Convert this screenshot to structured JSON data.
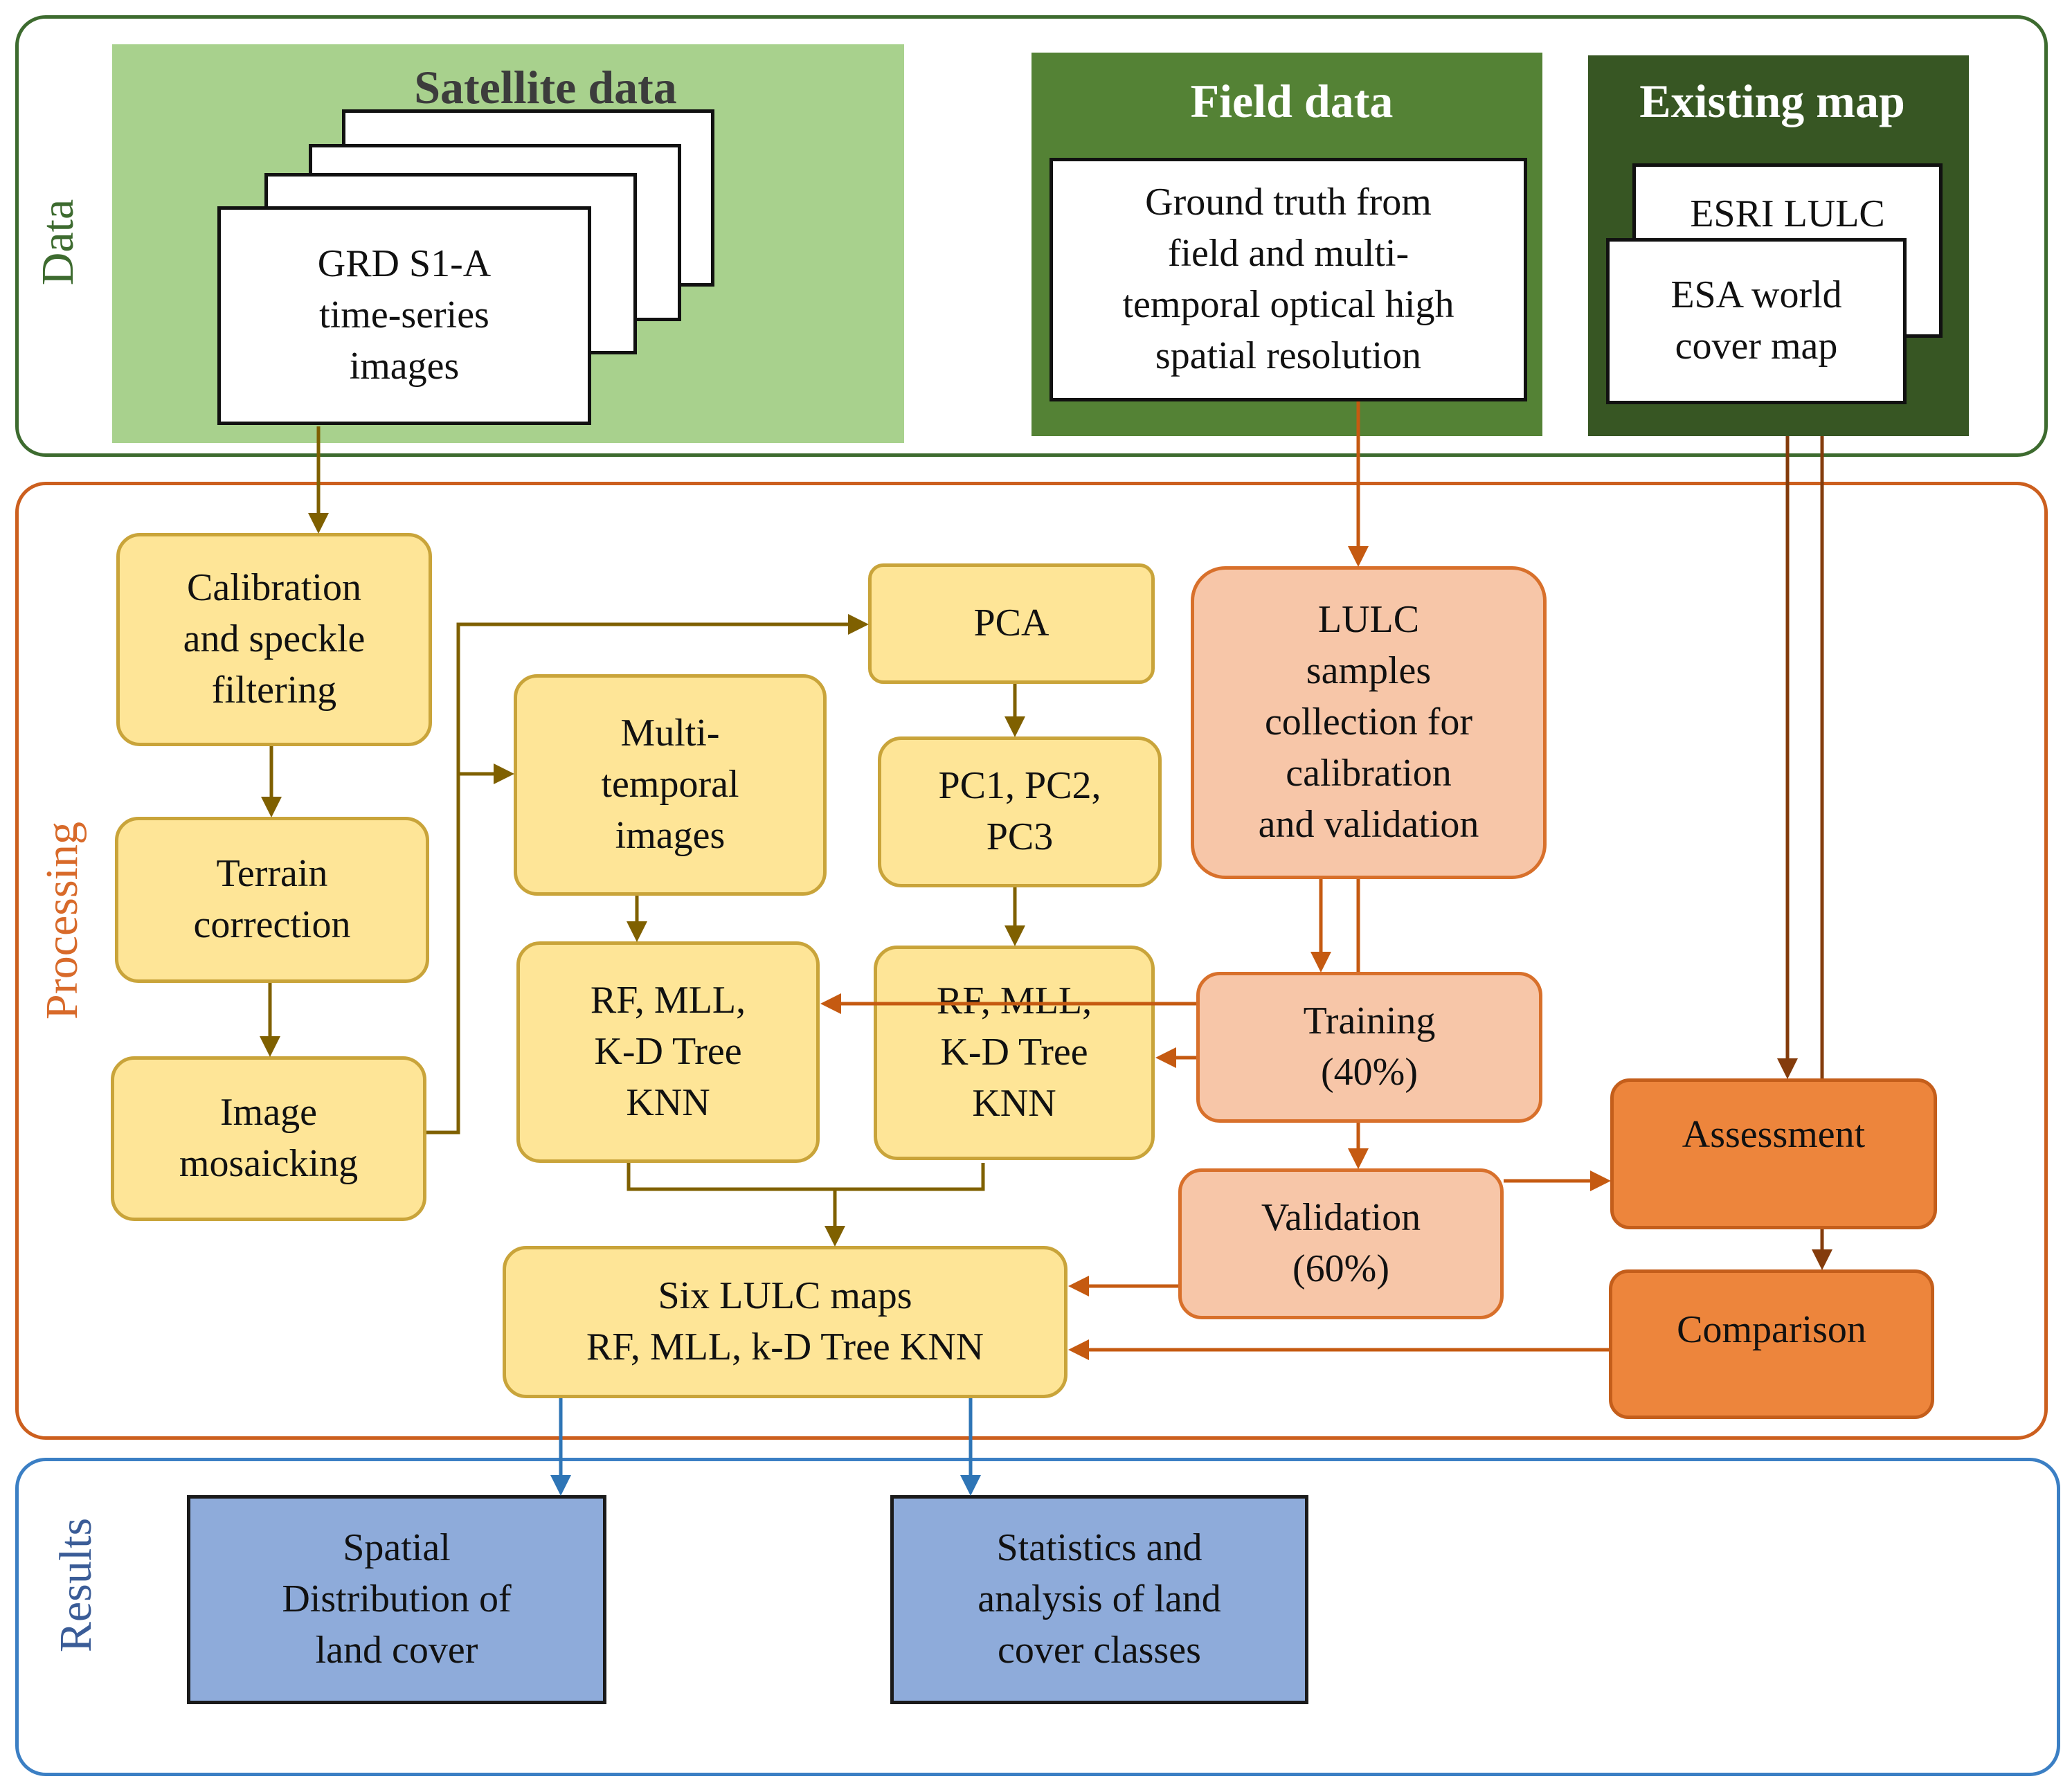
{
  "panels": {
    "data": "Data",
    "processing": "Processing",
    "results": "Results"
  },
  "data_inputs": {
    "satellite": {
      "title": "Satellite data",
      "item": "GRD S1-A\ntime-series\nimages"
    },
    "field": {
      "title": "Field data",
      "item": "Ground truth from\nfield and multi-\ntemporal optical high\nspatial resolution"
    },
    "existing": {
      "title": "Existing map",
      "items": [
        "ESRI LULC",
        "ESA world\ncover map"
      ]
    }
  },
  "processing": {
    "calibration": "Calibration\nand speckle\nfiltering",
    "terrain": "Terrain\ncorrection",
    "mosaicking": "Image\nmosaicking",
    "pca": "PCA",
    "multitemporal": "Multi-\ntemporal\nimages",
    "pcs": "PC1, PC2,\nPC3",
    "classifiers_left": "RF, MLL,\nK-D Tree\nKNN",
    "classifiers_right": "RF, MLL,\nK-D Tree\nKNN",
    "samples": "LULC\nsamples\ncollection for\ncalibration\nand validation",
    "training": "Training\n(40%)",
    "validation": "Validation\n(60%)",
    "lulc_maps": "Six LULC maps\nRF, MLL, k-D Tree KNN",
    "assessment": "Assessment",
    "comparison": "Comparison"
  },
  "results": {
    "spatial": "Spatial\nDistribution of\nland cover",
    "statistics": "Statistics and\nanalysis of land\ncover classes"
  },
  "colors": {
    "data_border": "#3d6b2f",
    "processing_border": "#cc5f1e",
    "results_border": "#3b7fc4",
    "satellite_bg": "#a8d18d",
    "field_bg": "#548235",
    "existing_bg": "#375623",
    "process_fill": "#fee597",
    "samples_fill": "#f7c6a8",
    "assessment_fill": "#ed853c",
    "result_fill": "#8eabda",
    "olive_arrow": "#7f6000",
    "orange_arrow": "#c55a11",
    "brown_arrow": "#843c0c",
    "blue_arrow": "#2e75b6"
  }
}
